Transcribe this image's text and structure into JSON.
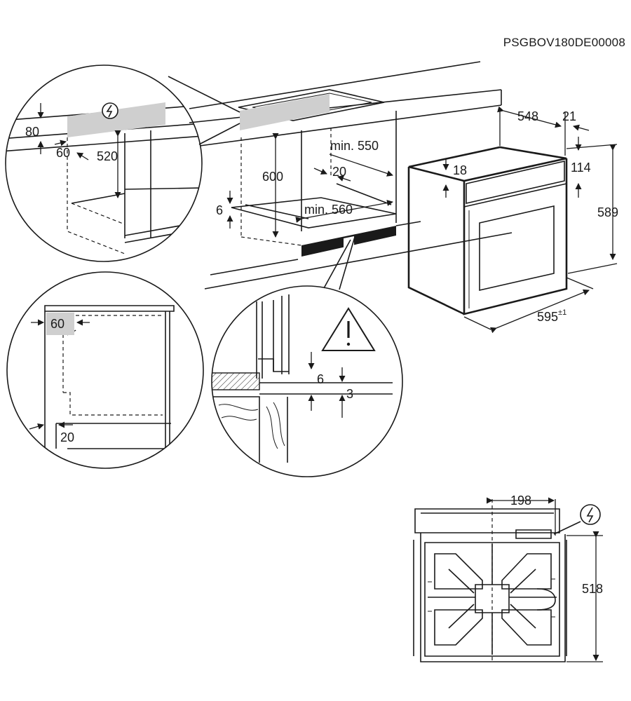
{
  "document_code": "PSGBOV180DE00008",
  "dimensions": {
    "top_gap": "80",
    "rear_gap": "60",
    "socket_height": "520",
    "niche_height": "600",
    "bottom_step": "6",
    "depth": "min. 550",
    "rail_offset": "20",
    "width": "min. 560",
    "oven_depth": "548",
    "front_depth": "21",
    "panel_top": "18",
    "front_height": "114",
    "oven_height": "589",
    "oven_width": "595",
    "tolerance": "±1",
    "side_gap": "60",
    "front_gap": "20",
    "floor_gap": "6",
    "panel_gap": "3",
    "socket_offset": "198",
    "back_height": "518"
  },
  "colors": {
    "line": "#1a1a1a",
    "marked_area": "#cfcfcf",
    "background": "#ffffff"
  },
  "icons": [
    "electric-hazard-icon",
    "warning-triangle-icon"
  ]
}
